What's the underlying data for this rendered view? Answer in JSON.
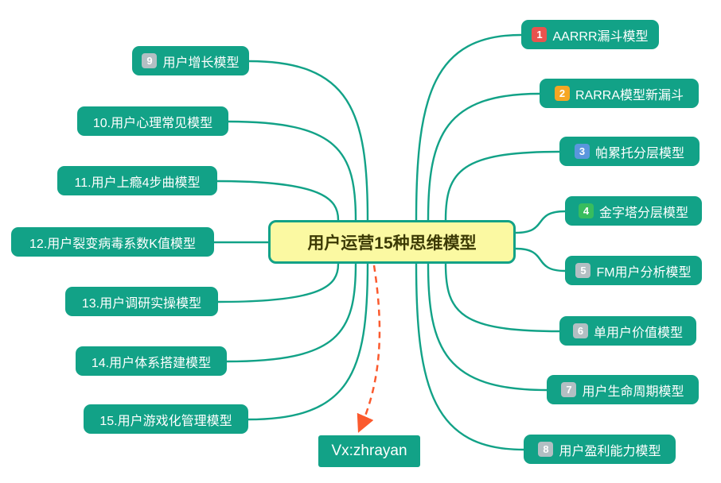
{
  "central": {
    "label": "用户运营15种思维模型"
  },
  "right_branches": [
    {
      "badge": "1",
      "badge_color": "#e8534e",
      "label": "AARRR漏斗模型"
    },
    {
      "badge": "2",
      "badge_color": "#f6a623",
      "label": "RARRA模型新漏斗"
    },
    {
      "badge": "3",
      "badge_color": "#5a96dd",
      "label": "帕累托分层模型"
    },
    {
      "badge": "4",
      "badge_color": "#38bd5e",
      "label": "金字塔分层模型"
    },
    {
      "badge": "5",
      "badge_color": "#b3bfc3",
      "label": "FM用户分析模型"
    },
    {
      "badge": "6",
      "badge_color": "#b3bfc3",
      "label": "单用户价值模型"
    },
    {
      "badge": "7",
      "badge_color": "#b3bfc3",
      "label": "用户生命周期模型"
    },
    {
      "badge": "8",
      "badge_color": "#b3bfc3",
      "label": "用户盈利能力模型"
    }
  ],
  "left_branches": [
    {
      "badge": "9",
      "badge_color": "#b3bfc3",
      "label": "用户增长模型"
    },
    {
      "label": "10.用户心理常见模型"
    },
    {
      "label": "11.用户上瘾4步曲模型"
    },
    {
      "label": "12.用户裂变病毒系数K值模型"
    },
    {
      "label": "13.用户调研实操模型"
    },
    {
      "label": "14.用户体系搭建模型"
    },
    {
      "label": "15.用户游戏化管理模型"
    }
  ],
  "watermark": {
    "label": "Vx:zhrayan"
  },
  "colors": {
    "node_bg": "#12a287",
    "line": "#12a287",
    "node_text": "#ffffff",
    "central_bg": "#fbf9a2",
    "central_border": "#12a287",
    "central_text": "#3c3a05",
    "arrow": "#fb5a2e"
  }
}
